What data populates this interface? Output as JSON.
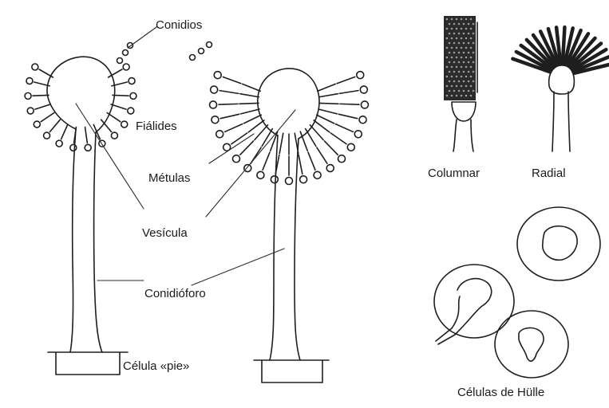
{
  "labels": {
    "conidios": "Conidios",
    "fialides": "Fiálides",
    "metulas": "Métulas",
    "vesicula": "Vesícula",
    "conidioforo": "Conidióforo",
    "celula_pie": "Célula «pie»",
    "columnar": "Columnar",
    "radial": "Radial",
    "celulas_hulle": "Células de Hülle"
  },
  "colors": {
    "ink": "#1e1e1e",
    "background": "#ffffff"
  }
}
